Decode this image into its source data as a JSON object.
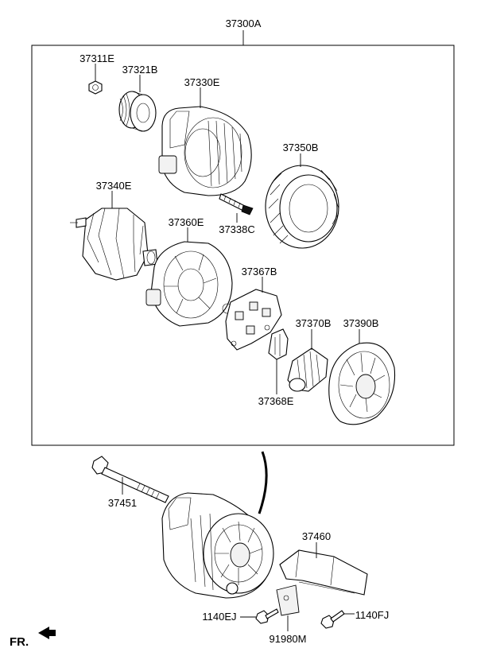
{
  "diagram": {
    "assembly_label": "37300A",
    "parts": {
      "p37311E": "37311E",
      "p37321B": "37321B",
      "p37330E": "37330E",
      "p37350B": "37350B",
      "p37340E": "37340E",
      "p37338C": "37338C",
      "p37360E": "37360E",
      "p37367B": "37367B",
      "p37370B": "37370B",
      "p37390B": "37390B",
      "p37368E": "37368E",
      "p37451": "37451",
      "p37460": "37460",
      "p1140EJ": "1140EJ",
      "p1140FJ": "1140FJ",
      "p91980M": "91980M"
    },
    "front_marker": "FR."
  }
}
